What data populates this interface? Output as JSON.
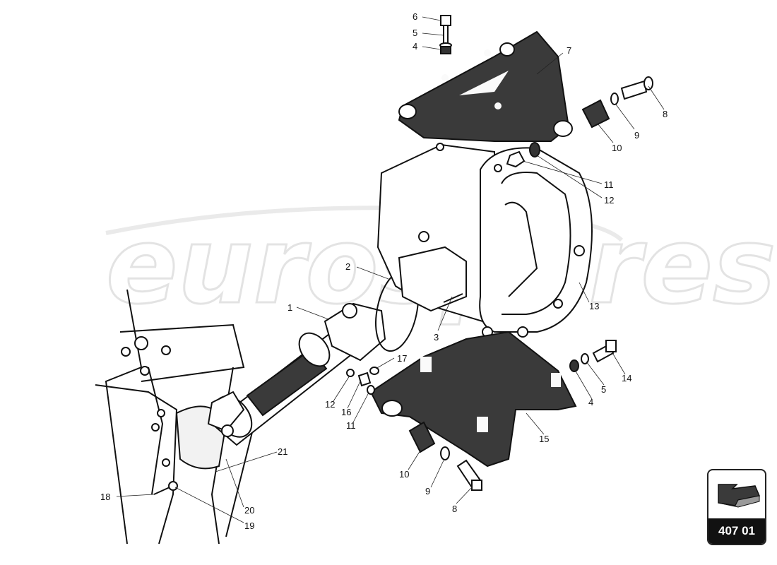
{
  "watermark": "eurospares",
  "badge": {
    "code": "407 01",
    "icon": "arrow-icon"
  },
  "callouts": [
    {
      "label": "1"
    },
    {
      "label": "2"
    },
    {
      "label": "3"
    },
    {
      "label": "4"
    },
    {
      "label": "4"
    },
    {
      "label": "5"
    },
    {
      "label": "5"
    },
    {
      "label": "6"
    },
    {
      "label": "7"
    },
    {
      "label": "8"
    },
    {
      "label": "8"
    },
    {
      "label": "9"
    },
    {
      "label": "9"
    },
    {
      "label": "10"
    },
    {
      "label": "10"
    },
    {
      "label": "11"
    },
    {
      "label": "11"
    },
    {
      "label": "12"
    },
    {
      "label": "12"
    },
    {
      "label": "13"
    },
    {
      "label": "14"
    },
    {
      "label": "15"
    },
    {
      "label": "16"
    },
    {
      "label": "17"
    },
    {
      "label": "18"
    },
    {
      "label": "19"
    },
    {
      "label": "20"
    },
    {
      "label": "21"
    }
  ]
}
